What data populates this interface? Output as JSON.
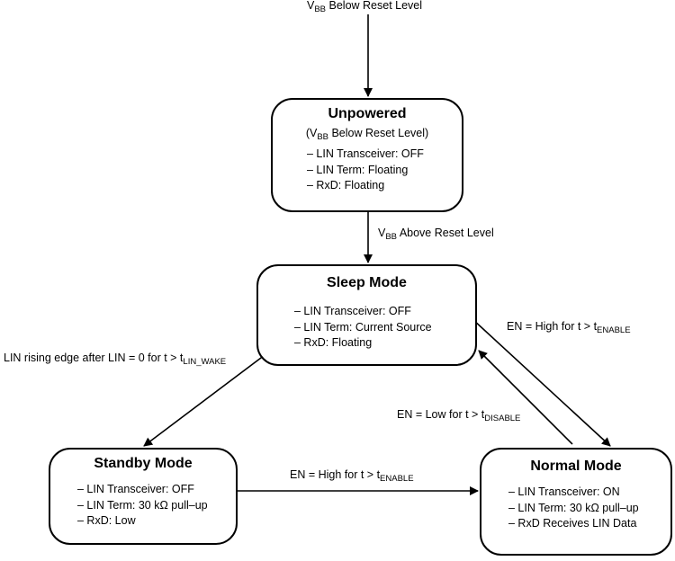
{
  "top_label": {
    "pre": "V",
    "sub": "BB",
    "post": " Below Reset Level"
  },
  "states": {
    "unpowered": {
      "title": "Unpowered",
      "note": {
        "pre": "(V",
        "sub": "BB",
        "post": " Below Reset Level)"
      },
      "lines": [
        "– LIN Transceiver: OFF",
        "– LIN Term: Floating",
        "– RxD: Floating"
      ]
    },
    "sleep": {
      "title": "Sleep Mode",
      "lines": [
        "– LIN Transceiver: OFF",
        "– LIN Term: Current Source",
        "– RxD: Floating"
      ]
    },
    "standby": {
      "title": "Standby Mode",
      "lines": [
        "– LIN Transceiver: OFF",
        "– LIN Term: 30 kΩ pull–up",
        "– RxD: Low"
      ]
    },
    "normal": {
      "title": "Normal Mode",
      "lines": [
        "– LIN Transceiver: ON",
        "– LIN Term: 30 kΩ pull–up",
        "– RxD Receives LIN Data"
      ]
    }
  },
  "transitions": {
    "power_up": {
      "pre": "V",
      "sub": "BB",
      "post": " Above Reset Level"
    },
    "sleep_to_standby": {
      "pre": "LIN rising edge after LIN = 0 for t > t",
      "sub": "LIN_WAKE",
      "post": ""
    },
    "sleep_to_normal": {
      "pre": "EN = High for t > t",
      "sub": "ENABLE",
      "post": ""
    },
    "normal_to_sleep": {
      "pre": "EN = Low for t > t",
      "sub": "DISABLE",
      "post": ""
    },
    "standby_to_normal": {
      "pre": "EN = High for t > t",
      "sub": "ENABLE",
      "post": ""
    }
  }
}
